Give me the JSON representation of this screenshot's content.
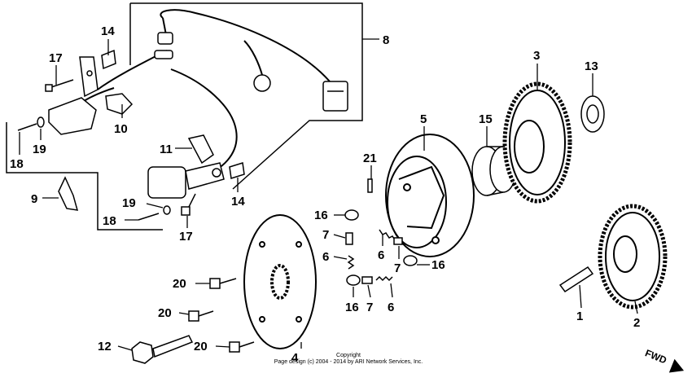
{
  "callouts": [
    {
      "id": "c14a",
      "text": "14"
    },
    {
      "id": "c8",
      "text": "8"
    },
    {
      "id": "c17a",
      "text": "17"
    },
    {
      "id": "c10",
      "text": "10"
    },
    {
      "id": "c19a",
      "text": "19"
    },
    {
      "id": "c18a",
      "text": "18"
    },
    {
      "id": "c11",
      "text": "11"
    },
    {
      "id": "c14b",
      "text": "14"
    },
    {
      "id": "c9",
      "text": "9"
    },
    {
      "id": "c19b",
      "text": "19"
    },
    {
      "id": "c18b",
      "text": "18"
    },
    {
      "id": "c17b",
      "text": "17"
    },
    {
      "id": "c3",
      "text": "3"
    },
    {
      "id": "c13",
      "text": "13"
    },
    {
      "id": "c5",
      "text": "5"
    },
    {
      "id": "c15",
      "text": "15"
    },
    {
      "id": "c21",
      "text": "21"
    },
    {
      "id": "c16a",
      "text": "16"
    },
    {
      "id": "c7a",
      "text": "7"
    },
    {
      "id": "c6a",
      "text": "6"
    },
    {
      "id": "c6b",
      "text": "6"
    },
    {
      "id": "c7b",
      "text": "7"
    },
    {
      "id": "c16b",
      "text": "16"
    },
    {
      "id": "c20a",
      "text": "20"
    },
    {
      "id": "c20b",
      "text": "20"
    },
    {
      "id": "c20c",
      "text": "20"
    },
    {
      "id": "c12",
      "text": "12"
    },
    {
      "id": "c4",
      "text": "4"
    },
    {
      "id": "c16c",
      "text": "16"
    },
    {
      "id": "c7c",
      "text": "7"
    },
    {
      "id": "c6c",
      "text": "6"
    },
    {
      "id": "c1",
      "text": "1"
    },
    {
      "id": "c2",
      "text": "2"
    }
  ],
  "copyright": {
    "line1": "Copyright",
    "line2": "Page design (c) 2004 - 2014 by ARI Network Services, Inc."
  },
  "direction": {
    "label": "FWD"
  }
}
